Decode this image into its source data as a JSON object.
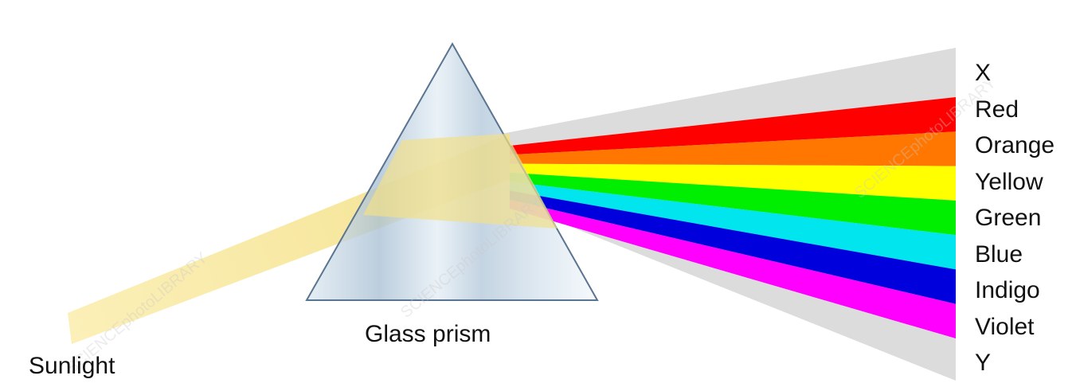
{
  "labels": {
    "light_source": "Sunlight",
    "prism": "Glass prism"
  },
  "spectrum": {
    "edge_top": "X",
    "bands": [
      {
        "name": "Red",
        "color": "#ff0000"
      },
      {
        "name": "Orange",
        "color": "#ff7700"
      },
      {
        "name": "Yellow",
        "color": "#ffff00"
      },
      {
        "name": "Green",
        "color": "#00ee00"
      },
      {
        "name": "Blue",
        "color": "#00e5ee"
      },
      {
        "name": "Indigo",
        "color": "#0000dd"
      },
      {
        "name": "Violet",
        "color": "#ff00ff"
      }
    ],
    "edge_bottom": "Y",
    "fan_color": "#dcdcdc"
  },
  "watermark": {
    "text": "SCIENCEphotoLIBRARY"
  }
}
